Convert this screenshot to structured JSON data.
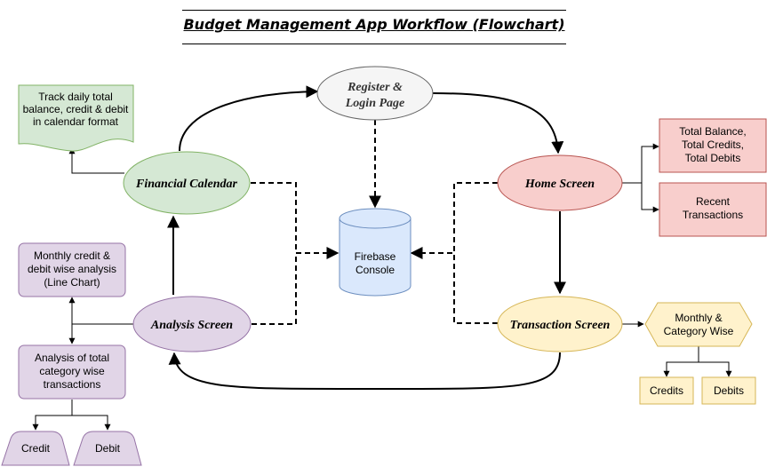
{
  "title": "Budget Management App Workflow (Flowchart)",
  "colors": {
    "green_fill": "#d5e8d4",
    "green_stroke": "#82b366",
    "gray_fill": "#f5f5f5",
    "gray_stroke": "#666666",
    "blue_fill": "#dae8fc",
    "blue_stroke": "#6c8ebf",
    "red_fill": "#f8cecc",
    "red_stroke": "#b85450",
    "yellow_fill": "#fff2cc",
    "yellow_stroke": "#d6b656",
    "purple_fill": "#e1d5e7",
    "purple_stroke": "#9673a6"
  },
  "nodes": {
    "register": [
      "Register &",
      "Login Page"
    ],
    "home": [
      "Home Screen"
    ],
    "financial_calendar": [
      "Financial Calendar"
    ],
    "analysis": [
      "Analysis Screen"
    ],
    "transaction": [
      "Transaction Screen"
    ],
    "firebase": [
      "Firebase",
      "Console"
    ],
    "calendar_note": [
      "Track daily total",
      "balance, credit & debit",
      "in calendar format"
    ],
    "totals": [
      "Total Balance,",
      "Total Credits,",
      "Total Debits"
    ],
    "recent": [
      "Recent",
      "Transactions"
    ],
    "monthly_category": [
      "Monthly &",
      "Category Wise"
    ],
    "credits": [
      "Credits"
    ],
    "debits": [
      "Debits"
    ],
    "line_chart": [
      "Monthly credit &",
      "debit wise analysis",
      "(Line Chart)"
    ],
    "category_analysis": [
      "Analysis of total",
      "category wise",
      "transactions"
    ],
    "credit": [
      "Credit"
    ],
    "debit": [
      "Debit"
    ]
  }
}
